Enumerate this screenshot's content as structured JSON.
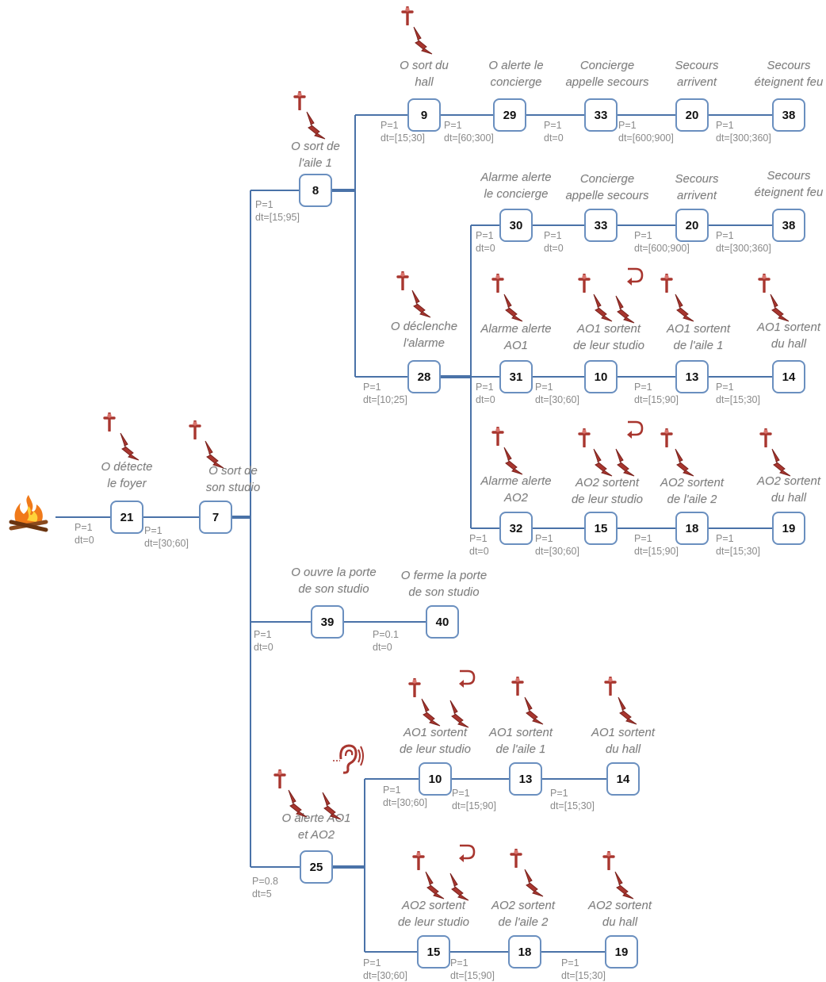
{
  "colors": {
    "edge": "#4a72a8",
    "node_border": "#6a8fbf",
    "label": "#7d7d7d",
    "annotation": "#8a8a8a",
    "icon": "#a8362f"
  },
  "icons": [
    "fire-icon",
    "cross-lightning-icon",
    "return-arrow-icon",
    "ear-icon"
  ],
  "nodes": [
    {
      "id": "21",
      "label": [
        "O détecte",
        "le foyer"
      ],
      "ann": [
        "P=1",
        "dt=0"
      ]
    },
    {
      "id": "7",
      "label": [
        "O sort de",
        "son studio"
      ],
      "ann": [
        "P=1",
        "dt=[30;60]"
      ]
    },
    {
      "id": "8",
      "label": [
        "O sort de",
        "l'aile 1"
      ],
      "ann": [
        "P=1",
        "dt=[15;95]"
      ]
    },
    {
      "id": "9",
      "label": [
        "O sort du",
        "hall"
      ],
      "ann": [
        "P=1",
        "dt=[15;30]"
      ]
    },
    {
      "id": "29",
      "label": [
        "O  alerte le",
        "concierge"
      ],
      "ann": [
        "P=1",
        "dt=[60;300]"
      ]
    },
    {
      "id": "33",
      "label": [
        "Concierge",
        "appelle secours"
      ],
      "ann": [
        "P=1",
        "dt=0"
      ]
    },
    {
      "id": "20",
      "label": [
        "Secours",
        "arrivent"
      ],
      "ann": [
        "P=1",
        "dt=[600;900]"
      ]
    },
    {
      "id": "38",
      "label": [
        "Secours",
        "éteignent feu"
      ],
      "ann": [
        "P=1",
        "dt=[300;360]"
      ]
    },
    {
      "id": "30",
      "label": [
        "Alarme alerte",
        "le concierge"
      ],
      "ann": [
        "P=1",
        "dt=0"
      ]
    },
    {
      "id": "33",
      "label": [
        "Concierge",
        "appelle secours"
      ],
      "ann": [
        "P=1",
        "dt=0"
      ]
    },
    {
      "id": "20",
      "label": [
        "Secours",
        "arrivent"
      ],
      "ann": [
        "P=1",
        "dt=[600;900]"
      ]
    },
    {
      "id": "38",
      "label": [
        "Secours",
        "éteignent feu"
      ],
      "ann": [
        "P=1",
        "dt=[300;360]"
      ]
    },
    {
      "id": "28",
      "label": [
        "O déclenche",
        "l'alarme"
      ],
      "ann": [
        "P=1",
        "dt=[10;25]"
      ]
    },
    {
      "id": "31",
      "label": [
        "Alarme alerte",
        "AO1"
      ],
      "ann": [
        "P=1",
        "dt=0"
      ]
    },
    {
      "id": "10",
      "label": [
        "AO1 sortent",
        "de leur studio"
      ],
      "ann": [
        "P=1",
        "dt=[30;60]"
      ]
    },
    {
      "id": "13",
      "label": [
        "AO1 sortent",
        "de l'aile 1"
      ],
      "ann": [
        "P=1",
        "dt=[15;90]"
      ]
    },
    {
      "id": "14",
      "label": [
        "AO1 sortent",
        "du hall"
      ],
      "ann": [
        "P=1",
        "dt=[15;30]"
      ]
    },
    {
      "id": "32",
      "label": [
        "Alarme alerte",
        "AO2"
      ],
      "ann": [
        "P=1",
        "dt=0"
      ]
    },
    {
      "id": "15",
      "label": [
        "AO2 sortent",
        "de leur studio"
      ],
      "ann": [
        "P=1",
        "dt=[30;60]"
      ]
    },
    {
      "id": "18",
      "label": [
        "AO2 sortent",
        "de l'aile 2"
      ],
      "ann": [
        "P=1",
        "dt=[15;90]"
      ]
    },
    {
      "id": "19",
      "label": [
        "AO2 sortent",
        "du hall"
      ],
      "ann": [
        "P=1",
        "dt=[15;30]"
      ]
    },
    {
      "id": "39",
      "label": [
        "O ouvre la porte",
        "de son studio"
      ],
      "ann": [
        "P=1",
        "dt=0"
      ]
    },
    {
      "id": "40",
      "label": [
        "O ferme la porte",
        "de son studio"
      ],
      "ann": [
        "P=0.1",
        "dt=0"
      ]
    },
    {
      "id": "25",
      "label": [
        "O alerte AO1",
        "et AO2"
      ],
      "ann": [
        "P=0.8",
        "dt=5"
      ]
    },
    {
      "id": "10",
      "label": [
        "AO1 sortent",
        "de leur studio"
      ],
      "ann": [
        "P=1",
        "dt=[30;60]"
      ]
    },
    {
      "id": "13",
      "label": [
        "AO1 sortent",
        "de l'aile 1"
      ],
      "ann": [
        "P=1",
        "dt=[15;90]"
      ]
    },
    {
      "id": "14",
      "label": [
        "AO1 sortent",
        "du hall"
      ],
      "ann": [
        "P=1",
        "dt=[15;30]"
      ]
    },
    {
      "id": "15",
      "label": [
        "AO2 sortent",
        "de leur studio"
      ],
      "ann": [
        "P=1",
        "dt=[30;60]"
      ]
    },
    {
      "id": "18",
      "label": [
        "AO2 sortent",
        "de l'aile 2"
      ],
      "ann": [
        "P=1",
        "dt=[15;90]"
      ]
    },
    {
      "id": "19",
      "label": [
        "AO2 sortent",
        "du hall"
      ],
      "ann": [
        "P=1",
        "dt=[15;30]"
      ]
    }
  ]
}
